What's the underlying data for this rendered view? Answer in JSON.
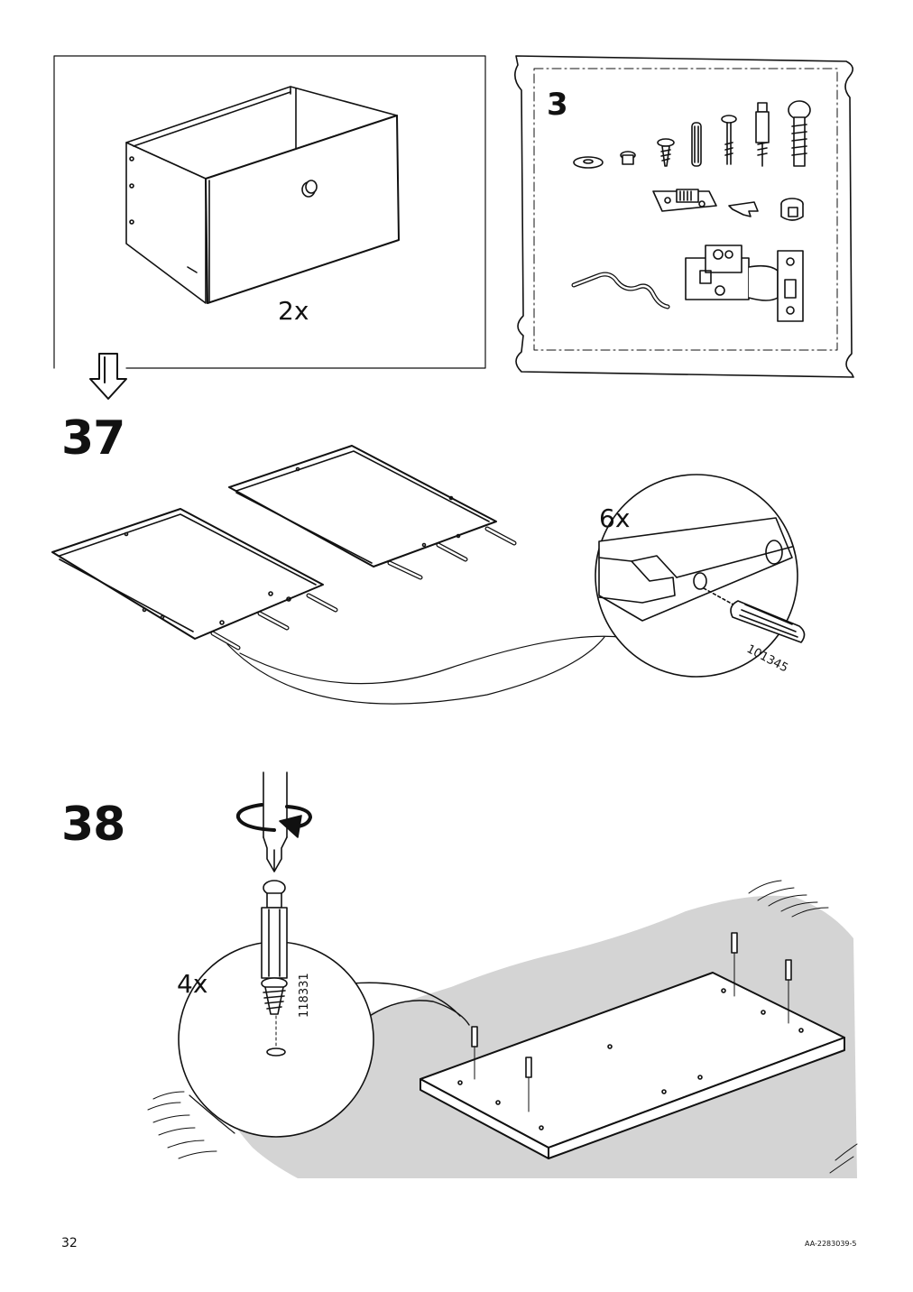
{
  "page": {
    "number": "32",
    "doc_code": "AA-2283039-5"
  },
  "overview": {
    "drawer_quantity": "2x",
    "fitting_bag_number": "3"
  },
  "steps": [
    {
      "number": "37",
      "quantity": "6x",
      "part_number": "101345"
    },
    {
      "number": "38",
      "quantity": "4x",
      "part_number": "118331"
    }
  ]
}
